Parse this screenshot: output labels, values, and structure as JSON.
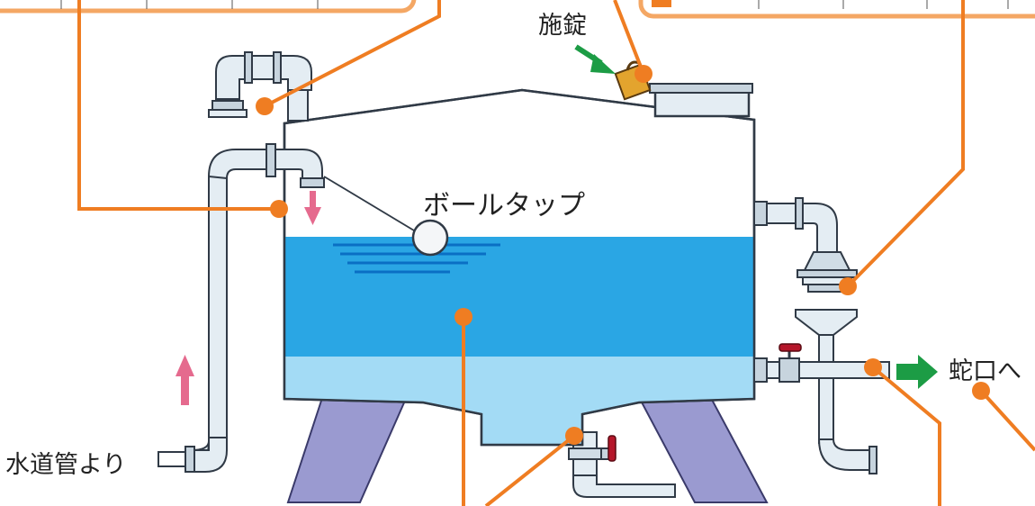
{
  "labels": {
    "lock": "施錠",
    "ball_tap": "ボールタップ",
    "from_mains": "水道管より",
    "to_faucet": "蛇口へ"
  },
  "colors": {
    "leader_orange": "#ef7d22",
    "water_surface": "#2aa6e4",
    "water_bottom": "#a3dbf5",
    "tank_leg": "#9a9ad0",
    "pipe_fill": "#e4edf3",
    "pipe_stroke": "#303a46",
    "flow_arrow_pink": "#e56a8e",
    "flow_arrow_green": "#1c9c45",
    "valve_red": "#b5162a"
  },
  "icons": [
    "arrow-up-icon",
    "arrow-down-icon",
    "green-arrow-icon",
    "padlock-icon"
  ]
}
